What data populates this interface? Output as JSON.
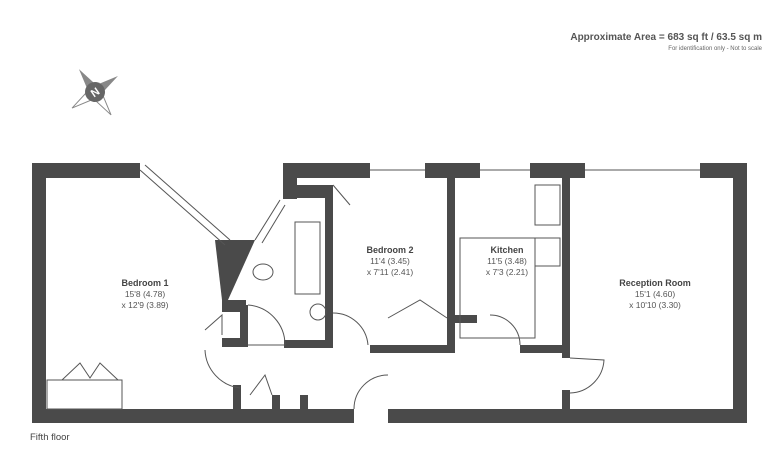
{
  "header": {
    "area": "Approximate Area = 683 sq ft / 63.5 sq m",
    "note": "For identification only - Not to scale"
  },
  "compass": {
    "label": "N"
  },
  "rooms": [
    {
      "name": "Bedroom 1",
      "dim1": "15'8 (4.78)",
      "dim2": "x 12'9 (3.89)"
    },
    {
      "name": "Bedroom 2",
      "dim1": "11'4 (3.45)",
      "dim2": "x 7'11 (2.41)"
    },
    {
      "name": "Kitchen",
      "dim1": "11'5 (3.48)",
      "dim2": "x 7'3 (2.21)"
    },
    {
      "name": "Reception Room",
      "dim1": "15'1 (4.60)",
      "dim2": "x 10'10 (3.30)"
    }
  ],
  "floor_label": "Fifth floor",
  "colors": {
    "wall": "#4a4a4a",
    "line": "#555555"
  }
}
